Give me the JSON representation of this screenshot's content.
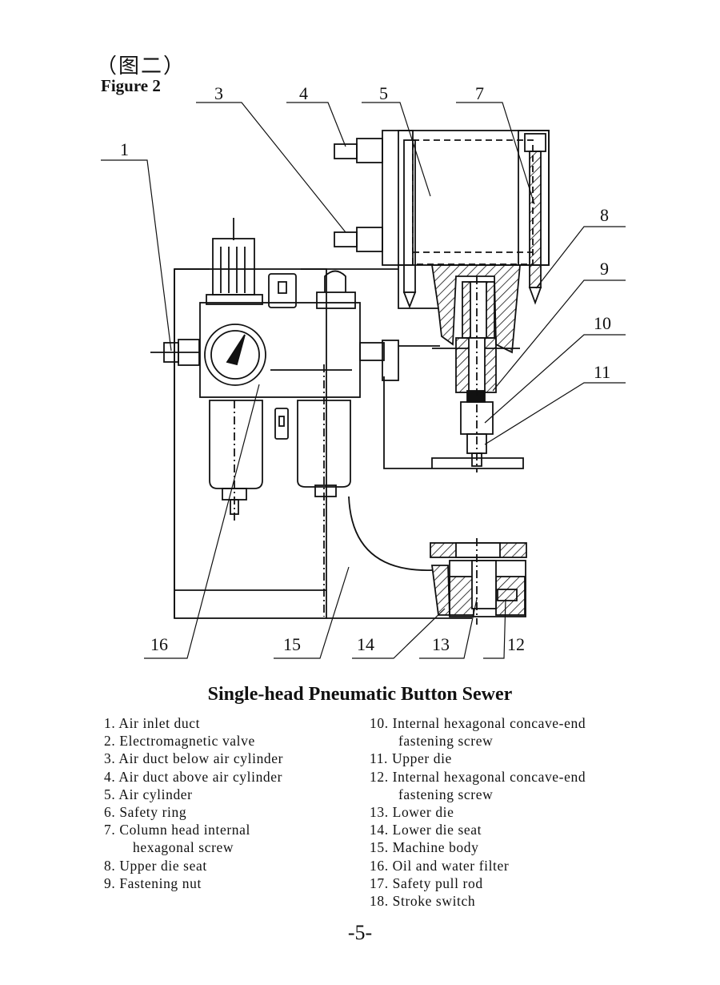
{
  "figure": {
    "caption_cn": "（图二）",
    "caption_en": "Figure 2",
    "callouts": [
      "1",
      "3",
      "4",
      "5",
      "7",
      "8",
      "9",
      "10",
      "11",
      "12",
      "13",
      "14",
      "15",
      "16"
    ]
  },
  "title": "Single-head Pneumatic Button Sewer",
  "legend": {
    "left": [
      {
        "num": "1.",
        "text": "Air inlet duct"
      },
      {
        "num": "2.",
        "text": "Electromagnetic valve"
      },
      {
        "num": "3.",
        "text": "Air duct below air cylinder"
      },
      {
        "num": "4.",
        "text": "Air duct above air cylinder"
      },
      {
        "num": "5.",
        "text": "Air cylinder"
      },
      {
        "num": "6.",
        "text": "Safety ring"
      },
      {
        "num": "7.",
        "text": "Column head internal",
        "cont": "hexagonal screw"
      },
      {
        "num": "8.",
        "text": "Upper die seat"
      },
      {
        "num": "9.",
        "text": "Fastening nut"
      }
    ],
    "right": [
      {
        "num": "10.",
        "text": "Internal hexagonal concave-end",
        "cont": "fastening screw"
      },
      {
        "num": "11.",
        "text": "Upper die"
      },
      {
        "num": "12.",
        "text": "Internal hexagonal concave-end",
        "cont": "fastening screw"
      },
      {
        "num": "13.",
        "text": "Lower die"
      },
      {
        "num": "14.",
        "text": "Lower die seat"
      },
      {
        "num": "15.",
        "text": "Machine body"
      },
      {
        "num": "16.",
        "text": "Oil and water filter"
      },
      {
        "num": "17.",
        "text": "Safety pull rod"
      },
      {
        "num": "18.",
        "text": "Stroke switch"
      }
    ]
  },
  "page_number": "-5-"
}
